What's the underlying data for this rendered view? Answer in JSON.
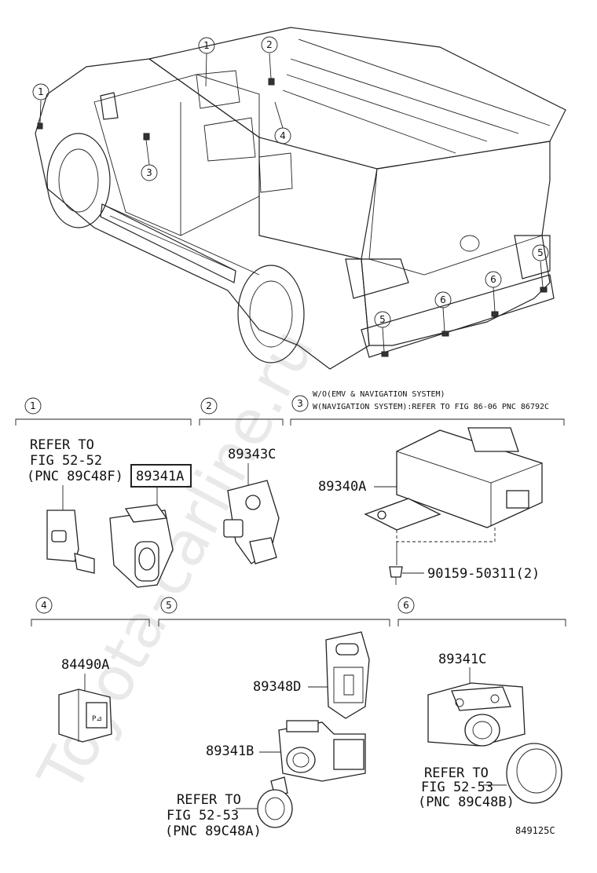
{
  "callouts": {
    "c1": "1",
    "c2": "2",
    "c3": "3",
    "c4": "4",
    "c5": "5",
    "c6": "6"
  },
  "sections": {
    "s1": {
      "num": "1",
      "ref_line1": "REFER TO",
      "ref_line2": "FIG 52-52",
      "ref_line3": "(PNC 89C48F)",
      "part": "89341A"
    },
    "s2": {
      "num": "2",
      "part": "89343C"
    },
    "s3": {
      "num": "3",
      "note_line1": "W/O(EMV & NAVIGATION SYSTEM)",
      "note_line2": "W(NAVIGATION SYSTEM):REFER TO FIG 86-06 PNC 86792C",
      "part": "89340A",
      "bolt": "90159-50311(2)"
    },
    "s4": {
      "num": "4",
      "part": "84490A"
    },
    "s5": {
      "num": "5",
      "part_a": "89348D",
      "part_b": "89341B",
      "ref_line1": "REFER TO",
      "ref_line2": "FIG 52-53",
      "ref_line3": "(PNC 89C48A)"
    },
    "s6": {
      "num": "6",
      "part": "89341C",
      "ref_line1": "REFER TO",
      "ref_line2": "FIG 52-53",
      "ref_line3": "(PNC 89C48B)"
    }
  },
  "diagram_code": "849125C",
  "watermark": "Toyota-carline.ru",
  "colors": {
    "line": "#222222",
    "highlight_box": "#222222",
    "watermark": "#d8d8d8"
  }
}
